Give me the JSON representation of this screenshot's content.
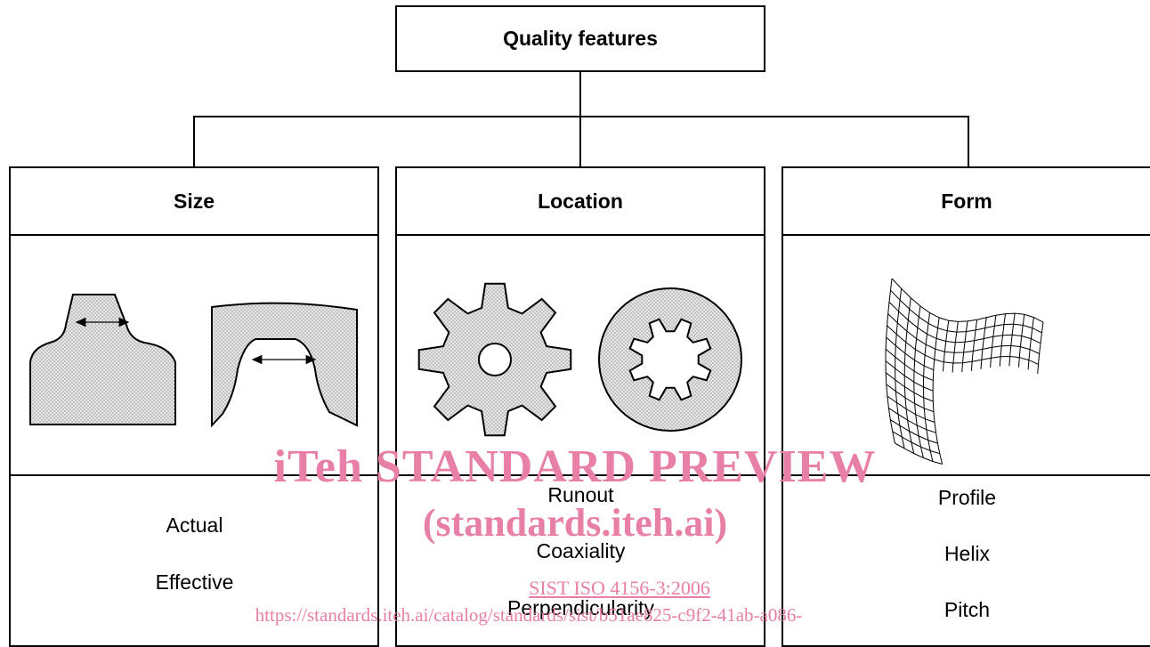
{
  "root": {
    "title": "Quality features"
  },
  "columns": [
    {
      "key": "size",
      "title": "Size",
      "items": [
        "Actual",
        "Effective"
      ],
      "icon": "gear-tooth-size-icon"
    },
    {
      "key": "location",
      "title": "Location",
      "items": [
        "Runout",
        "Coaxiality",
        "Perpendicularity"
      ],
      "icon": "gear-location-icon"
    },
    {
      "key": "form",
      "title": "Form",
      "items": [
        "Profile",
        "Helix",
        "Pitch"
      ],
      "icon": "surface-form-icon"
    }
  ],
  "watermark": {
    "line1": "iTeh STANDARD PREVIEW",
    "line2": "(standards.iteh.ai)",
    "line3": "SIST ISO 4156-3:2006",
    "line4": "https://standards.iteh.ai/catalog/standards/sist/b51ae825-c9f2-41ab-a086-"
  },
  "colors": {
    "stroke": "#000000",
    "fill": "#d9d9d9",
    "watermark": "#e87fa6"
  }
}
